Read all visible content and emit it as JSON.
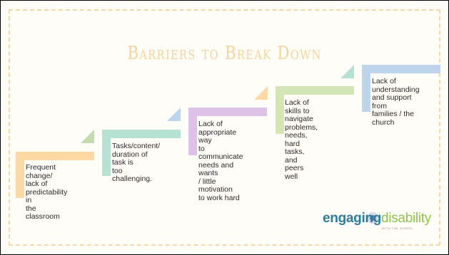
{
  "slide": {
    "title": "Barriers to Break Down"
  },
  "steps": [
    {
      "text": "Frequent change/\nlack of\npredictability in\nthe classroom",
      "color": "#fcd9a2"
    },
    {
      "text": "Tasks/content/\nduration of task is\ntoo challenging.",
      "color": "#b5e2d3"
    },
    {
      "text": "Lack of\nappropriate way\nto communicate\nneeds and wants\n/ little motivation\nto work hard",
      "color": "#dcc2e6"
    },
    {
      "text": "Lack of skills to\nnavigate\nproblems, needs,\nhard tasks, and\npeers well",
      "color": "#d4e6b5"
    },
    {
      "text": "Lack of\nunderstanding\nand support from\nfamilies / the\nchurch",
      "color": "#bdd4ea"
    }
  ],
  "logo": {
    "part1": "engaging",
    "part2": "disability",
    "tagline": "WITH THE GOSPEL"
  }
}
